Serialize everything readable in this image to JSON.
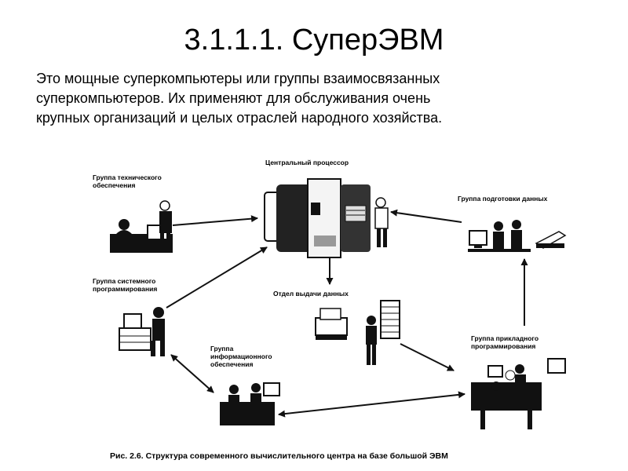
{
  "slide": {
    "title": "3.1.1.1. СуперЭВМ",
    "body_lines": [
      "Это мощные суперкомпьютеры или группы взаимосвязанных",
      "суперкомпьютеров. Их применяют для обслуживания очень",
      "крупных организаций и целых отраслей народного хозяйства."
    ]
  },
  "figure": {
    "nodes": {
      "cpu": "Центральный процессор",
      "tech_l1": "Группа технического",
      "tech_l2": "обеспечения",
      "prep": "Группа подготовки данных",
      "sys_l1": "Группа системного",
      "sys_l2": "программирования",
      "output": "Отдел выдачи данных",
      "info_l1": "Группа",
      "info_l2": "информационного",
      "info_l3": "обеспечения",
      "app_l1": "Группа прикладного",
      "app_l2": "программирования"
    },
    "caption": "Рис. 2.6. Структура современного вычислительного центра на базе большой ЭВМ"
  }
}
